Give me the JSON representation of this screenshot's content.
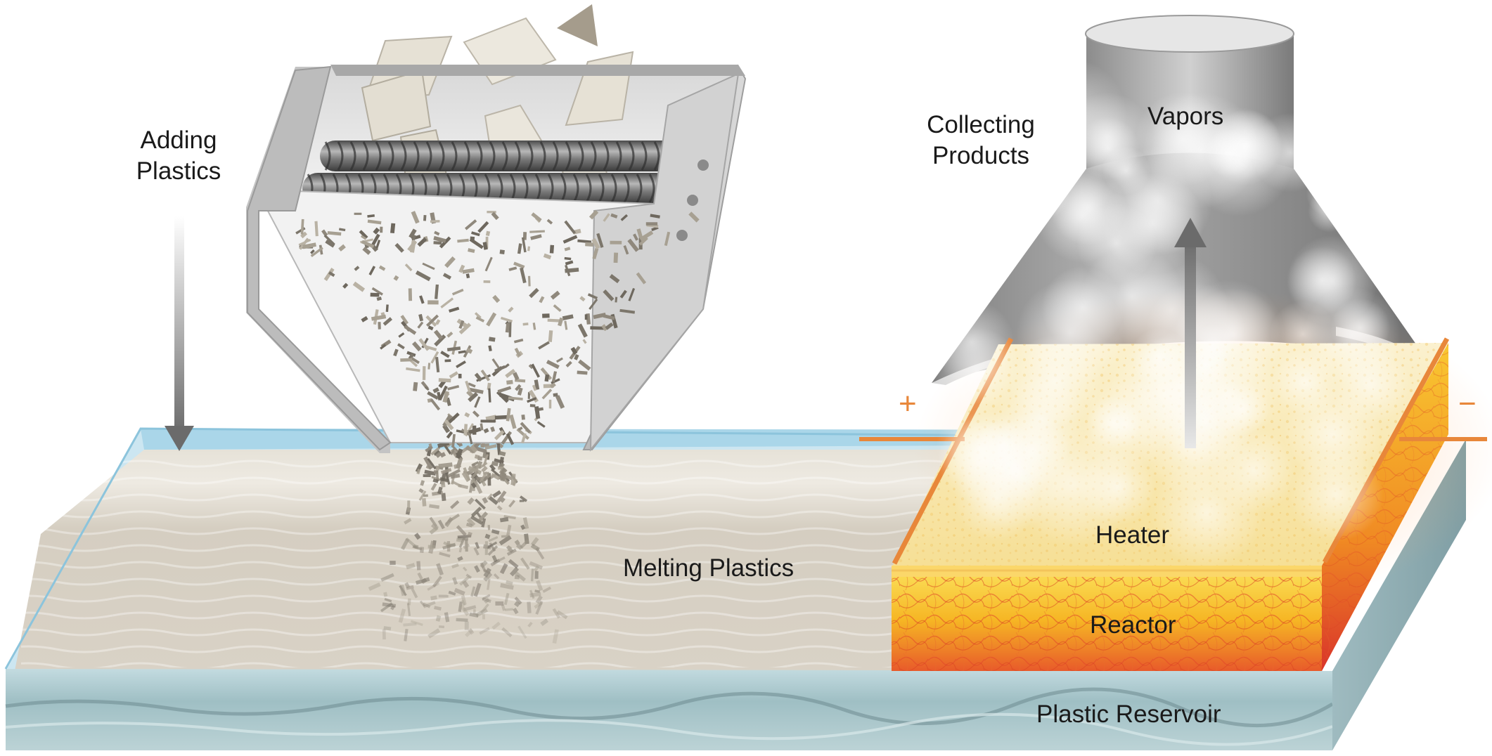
{
  "labels": {
    "adding_plastics_line1": "Adding",
    "adding_plastics_line2": "Plastics",
    "collecting_line1": "Collecting",
    "collecting_line2": "Products",
    "vapors": "Vapors",
    "melting": "Melting Plastics",
    "heater": "Heater",
    "reactor": "Reactor",
    "reservoir": "Plastic Reservoir",
    "plus": "+",
    "minus": "−"
  },
  "colors": {
    "reservoir_top": "#d7d0c3",
    "reservoir_edge": "#a9d2e4",
    "reservoir_side": "#a8c4c8",
    "hopper": "#cfcfcf",
    "heater_top": "#f7e7b3",
    "reactor": "#f7c62b",
    "electrode": "#e8873a",
    "hood": "#8c8c8c"
  },
  "icons": [
    "down-arrow-icon",
    "up-arrow-icon",
    "screw-roller-icon"
  ]
}
